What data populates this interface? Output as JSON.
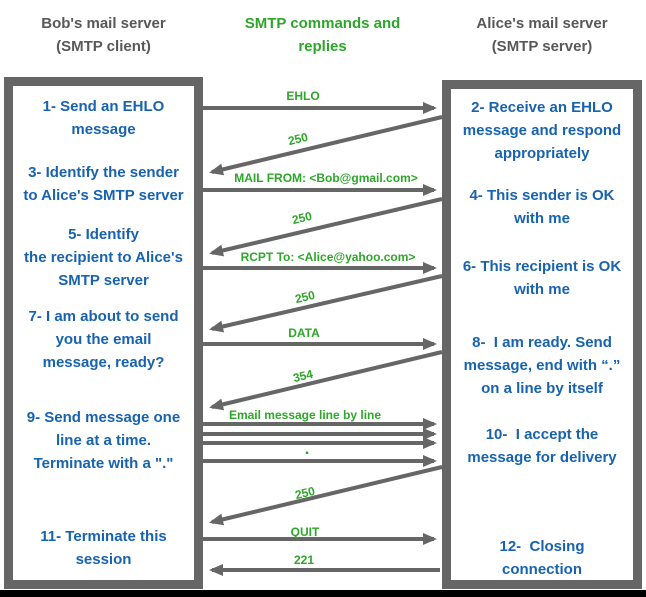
{
  "colors": {
    "step_text_blue": "#1763ae",
    "command_green": "#2ea62a",
    "header_gray": "#58585b",
    "border_arrow_gray": "#666666"
  },
  "headers": {
    "client": "Bob's mail server\n(SMTP client)",
    "commands": "SMTP commands and\nreplies",
    "server": "Alice's mail server\n(SMTP server)"
  },
  "client_steps": [
    "1- Send an EHLO\nmessage",
    "3- Identify the sender\nto Alice's SMTP server",
    "5- Identify\nthe recipient to Alice's\nSMTP server",
    "7- I am about to send\nyou the email\nmessage, ready?",
    "9- Send message one\nline at a time.\nTerminate with a \".\"",
    "11- Terminate this\nsession"
  ],
  "server_steps": [
    "2- Receive an EHLO\nmessage and respond\nappropriately",
    "4- This sender is OK\nwith me",
    "6- This recipient is OK\nwith me",
    "8-  I am ready. Send\nmessage, end with “.”\non a line by itself",
    "10-  I accept the\nmessage for delivery",
    "12-  Closing\nconnection"
  ],
  "messages": {
    "ehlo": {
      "label": "EHLO",
      "direction": "to-server"
    },
    "reply_250_1": {
      "label": "250",
      "direction": "to-client"
    },
    "mail_from": {
      "label": "MAIL FROM: <Bob@gmail.com>",
      "direction": "to-server"
    },
    "reply_250_2": {
      "label": "250",
      "direction": "to-client"
    },
    "rcpt_to": {
      "label": "RCPT To: <Alice@yahoo.com>",
      "direction": "to-server"
    },
    "reply_250_3": {
      "label": "250",
      "direction": "to-client"
    },
    "data": {
      "label": "DATA",
      "direction": "to-server"
    },
    "reply_354": {
      "label": "354",
      "direction": "to-client"
    },
    "email_lines": {
      "label": "Email message line by line",
      "direction": "to-server",
      "arrow_count": 4
    },
    "terminator": {
      "label": "▪",
      "direction": "to-server"
    },
    "reply_250_4": {
      "label": "250",
      "direction": "to-client"
    },
    "quit": {
      "label": "QUIT",
      "direction": "to-server"
    },
    "reply_221": {
      "label": "221",
      "direction": "to-client"
    }
  }
}
